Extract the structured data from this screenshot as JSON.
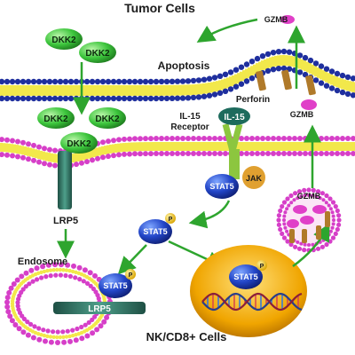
{
  "labels": {
    "tumor_cells": "Tumor Cells",
    "apoptosis": "Apoptosis",
    "perforin": "Perforin",
    "il15_receptor_line1": "IL-15",
    "il15_receptor_line2": "Receptor",
    "endosome": "Endosome",
    "nk_cd8_cells": "NK/CD8+ Cells"
  },
  "molecules": {
    "dkk2": "DKK2",
    "lrp5": "LRP5",
    "il15": "IL-15",
    "jak": "JAK",
    "stat5": "STAT5",
    "phospho": "P",
    "gzmb": "GZMB"
  },
  "colors": {
    "membrane_blue": "#1f2f9e",
    "membrane_yellow": "#f2e84b",
    "membrane_magenta": "#d63fc8",
    "arrow_green": "#2ea52e",
    "dkk2_green": "#3cc53c",
    "lrp5_teal": "#2f6f5f",
    "stat5_blue": "#2346c8",
    "jak_orange": "#e0a030",
    "il15_teal": "#1d6b5d",
    "receptor_green": "#8cc63f",
    "nucleus_orange": "#f0a500",
    "gzmb_pink": "#e040c8",
    "perforin_brown": "#b07a2a"
  }
}
